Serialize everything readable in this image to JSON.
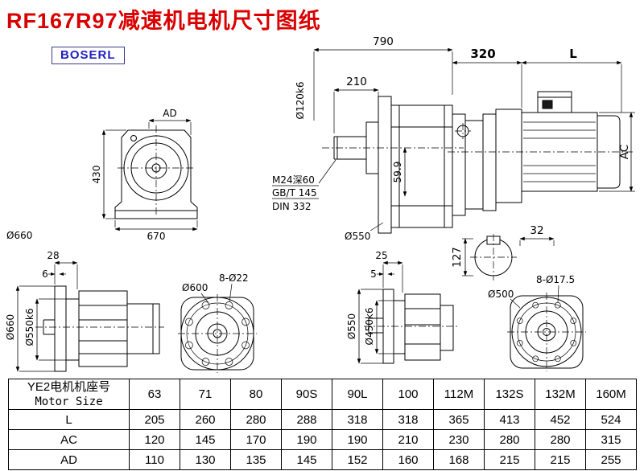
{
  "page": {
    "title": "RF167R97减速机电机尺寸图纸",
    "brand": "BOSERL"
  },
  "labels": {
    "front": {
      "ad": "AD",
      "h": "430",
      "w": "670",
      "dia": "Ø660"
    },
    "side": {
      "total": "790",
      "shaft_len": "210",
      "shaft_dia": "Ø120k6",
      "tap": "M24深60",
      "std1": "GB/T 145",
      "std2": "DIN 332",
      "key_h": "59.9",
      "flange_dia": "Ø550"
    },
    "motor": {
      "adapter_len": "320",
      "len": "L",
      "ac": "AC"
    },
    "shaft": {
      "key_w": "32",
      "dia_h": "127"
    },
    "flangeA": {
      "t1": "28",
      "t2": "6",
      "outer": "Ø660",
      "spigot": "Ø550k6"
    },
    "flangeB": {
      "bolt_circle": "Ø600",
      "holes": "8-Ø22"
    },
    "flangeC": {
      "t1": "25",
      "t2": "5",
      "outer": "Ø550",
      "spigot": "Ø450k6"
    },
    "flangeD": {
      "bolt_circle": "Ø500",
      "holes": "8-Ø17.5"
    }
  },
  "table": {
    "header_cn": "YE2电机机座号",
    "header_en": "Motor Size",
    "sizes": [
      "63",
      "71",
      "80",
      "90S",
      "90L",
      "100",
      "112M",
      "132S",
      "132M",
      "160M"
    ],
    "rows": [
      {
        "label": "L",
        "values": [
          "205",
          "260",
          "280",
          "288",
          "318",
          "318",
          "365",
          "413",
          "452",
          "524"
        ]
      },
      {
        "label": "AC",
        "values": [
          "120",
          "145",
          "170",
          "190",
          "190",
          "210",
          "230",
          "280",
          "280",
          "315"
        ]
      },
      {
        "label": "AD",
        "values": [
          "110",
          "130",
          "135",
          "145",
          "152",
          "160",
          "168",
          "215",
          "215",
          "255"
        ]
      }
    ]
  }
}
